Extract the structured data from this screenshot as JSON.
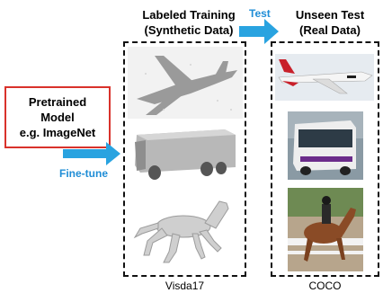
{
  "pretrained": {
    "line1": "Pretrained",
    "line2": "Model",
    "line3": "e.g. ImageNet"
  },
  "finetune_label": "Fine-tune",
  "test_label": "Test",
  "training": {
    "title1": "Labeled Training",
    "title2": "(Synthetic Data)",
    "caption": "Visda17"
  },
  "testset": {
    "title1": "Unseen Test",
    "title2": "(Real Data)",
    "caption": "COCO"
  },
  "colors": {
    "arrow": "#29a3e0",
    "red_box": "#d9322b",
    "label_blue": "#1f8dd6"
  }
}
